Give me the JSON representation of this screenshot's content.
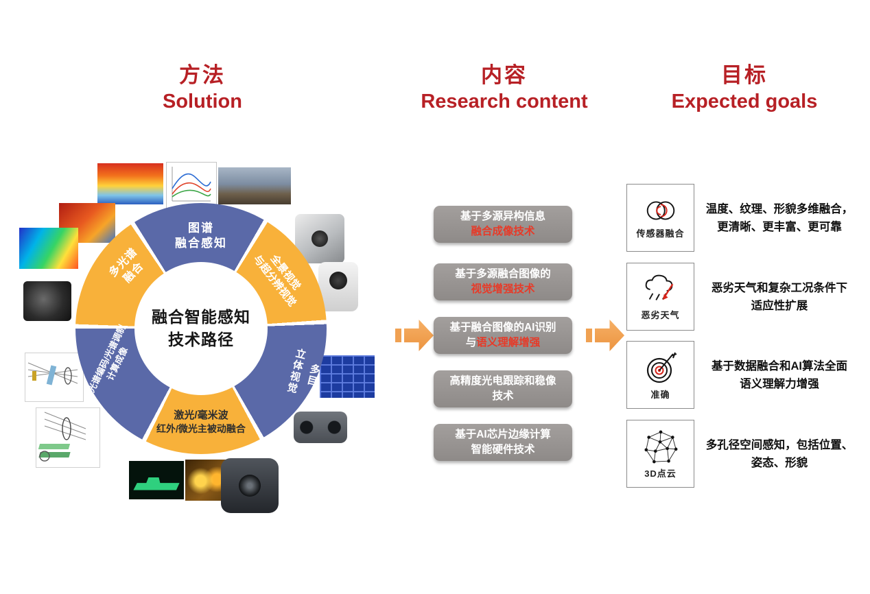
{
  "colors": {
    "accent_red": "#b72025",
    "ring_blue": "#5a69a8",
    "ring_yellow": "#f8b13a",
    "box_gray": "#989492",
    "box_text_red": "#e73a28",
    "arrow_orange": "#f0a152"
  },
  "headers": {
    "solution": {
      "zh": "方法",
      "en": "Solution"
    },
    "content": {
      "zh": "内容",
      "en": "Research content"
    },
    "goals": {
      "zh": "目标",
      "en": "Expected goals"
    }
  },
  "donut": {
    "center_line1": "融合智能感知",
    "center_line2": "技术路径",
    "segments": [
      {
        "position": "top",
        "color": "blue",
        "line1": "图谱",
        "line2": "融合感知"
      },
      {
        "position": "top-right",
        "color": "yellow",
        "line1": "全景视觉",
        "line2": "与超分辨视觉"
      },
      {
        "position": "right",
        "color": "blue",
        "line1": "多目",
        "line2": "立体视觉"
      },
      {
        "position": "bottom",
        "color": "yellow",
        "line1": "激光/毫米波",
        "line2": "红外/微光主被动融合"
      },
      {
        "position": "left",
        "color": "blue",
        "line1": "光谱编码/光谱调制",
        "line2": "计算成像"
      },
      {
        "position": "top-left",
        "color": "yellow",
        "line1": "多光谱",
        "line2": "融合"
      }
    ]
  },
  "research_boxes": [
    {
      "line1_white": "基于多源异构信息",
      "line1_red": "",
      "line2_white": "",
      "line2_red": "融合成像技术"
    },
    {
      "line1_white": "基于多源融合图像的",
      "line1_red": "",
      "line2_white": "",
      "line2_red": "视觉增强技术"
    },
    {
      "line1_white": "基于融合图像的AI识别",
      "line1_red": "",
      "line2_white": "与",
      "line2_red": "语义理解增强"
    },
    {
      "line1_white": "高精度光电跟踪和稳像",
      "line1_red": "",
      "line2_white": "技术",
      "line2_red": ""
    },
    {
      "line1_white": "基于AI芯片边缘计算",
      "line1_red": "",
      "line2_white": "智能硬件技术",
      "line2_red": ""
    }
  ],
  "goals": [
    {
      "icon": "sensor-fusion-icon",
      "label": "传感器融合",
      "desc_line1": "温度、纹理、形貌多维融合，",
      "desc_line2": "更清晰、更丰富、更可靠"
    },
    {
      "icon": "bad-weather-icon",
      "label": "恶劣天气",
      "desc_line1": "恶劣天气和复杂工况条件下",
      "desc_line2": "适应性扩展"
    },
    {
      "icon": "accuracy-target-icon",
      "label": "准确",
      "desc_line1": "基于数据融合和AI算法全面",
      "desc_line2": "语义理解力增强"
    },
    {
      "icon": "point-cloud-icon",
      "label": "3D点云",
      "desc_line1": "多孔径空间感知，包括位置、",
      "desc_line2": "姿态、形貌"
    }
  ],
  "figures": [
    "strawberry-heatmap-3d",
    "spectral-curve-chart",
    "pipeline-panorama",
    "strawberry-thermal",
    "thermal-scene",
    "camera-lens-module",
    "multicam-cube",
    "ptz-camera",
    "depth-boxes",
    "optical-schematic-1",
    "optical-schematic-2",
    "nightvision-ship",
    "thermal-people",
    "gimbal-camera",
    "stereo-camera"
  ]
}
